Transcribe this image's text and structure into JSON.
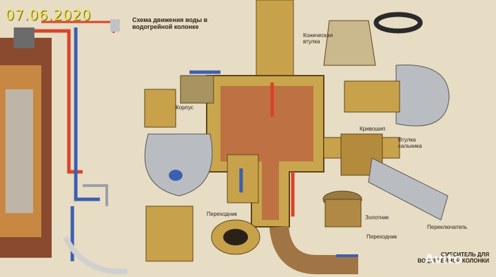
{
  "stamp_date": "07.06.2020",
  "diagram_title": "Схема движения воды в водогрейной колонке",
  "labels": {
    "conical_bushing": "Коническая втулка",
    "body": "Корпус",
    "crank": "Кривошип",
    "gland_bushing": "Втулка сальника",
    "adapter_left": "Переходник",
    "spool": "Золотник",
    "adapter_right": "Переходник",
    "switch": "Переключатель"
  },
  "caption_bottom": "СМЕСИТЕЛЬ ДЛЯ ВОДОГРЕЙНОЙ КОЛОНКИ",
  "watermark": "Avito",
  "colors": {
    "paper": "#e7dcc4",
    "hot": "#d8432a",
    "cold": "#3c5fb0",
    "brass": "#c8a24a",
    "chrome": "#9aa0a6"
  }
}
